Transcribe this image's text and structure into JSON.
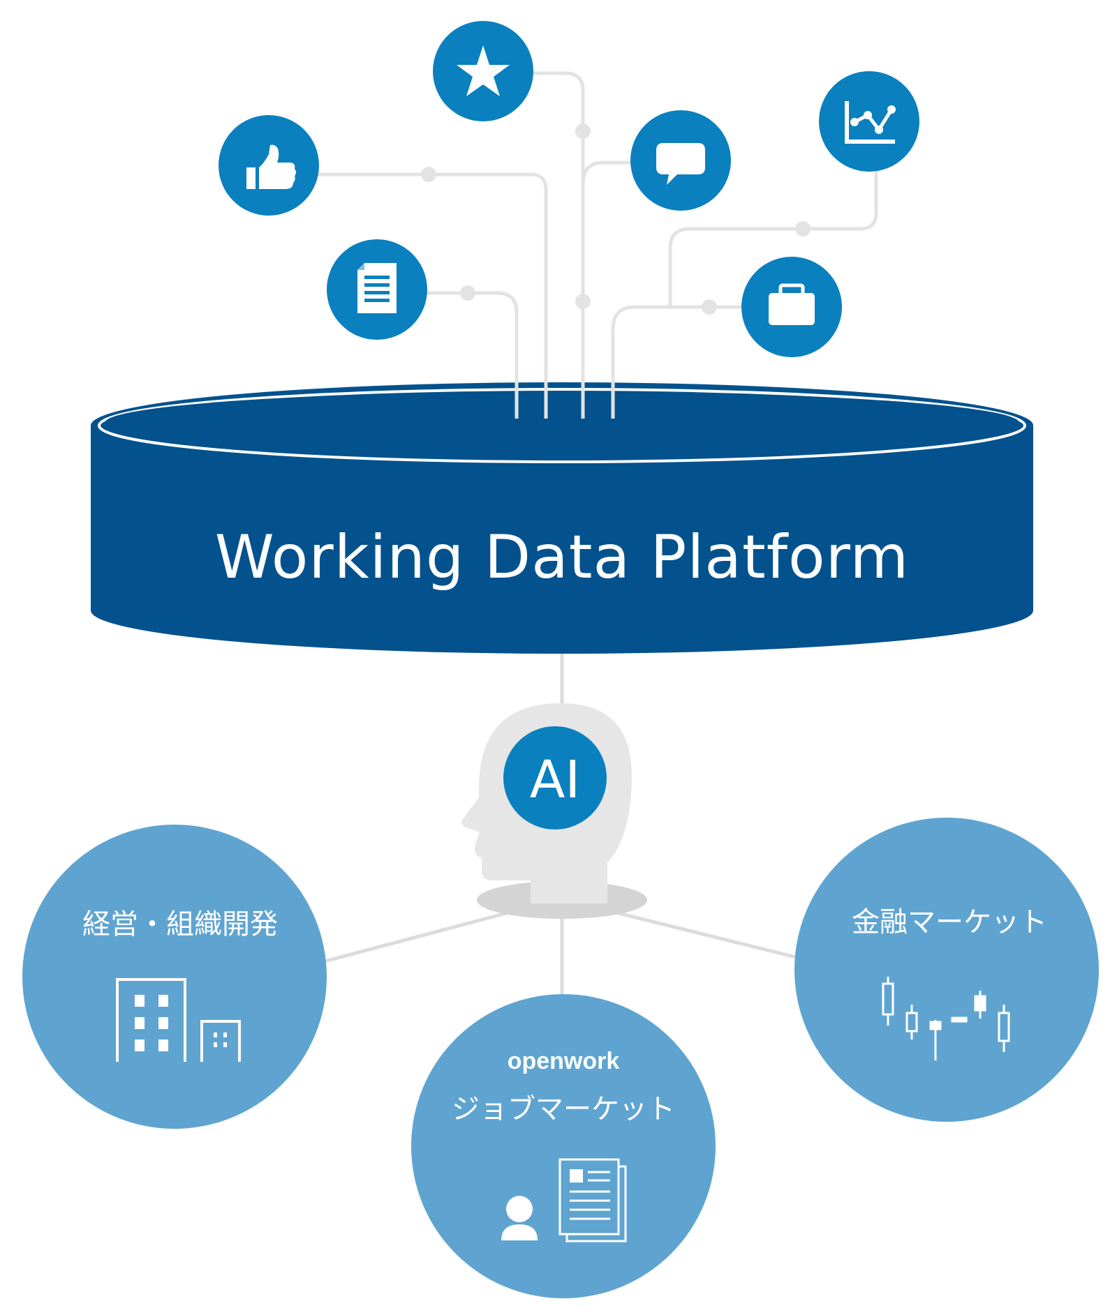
{
  "platform": {
    "title": "Working Data Platform"
  },
  "ai": {
    "label": "AI"
  },
  "data_sources": [
    {
      "icon": "thumbs-up-icon"
    },
    {
      "icon": "star-icon"
    },
    {
      "icon": "document-icon"
    },
    {
      "icon": "chat-bubble-icon"
    },
    {
      "icon": "line-chart-icon"
    },
    {
      "icon": "briefcase-icon"
    }
  ],
  "segments": {
    "management": {
      "title": "経営・組織開発",
      "icon": "office-buildings-icon"
    },
    "job_market": {
      "brand": "openwork",
      "title": "ジョブマーケット",
      "icons": [
        "person-icon",
        "resume-document-icon"
      ]
    },
    "finance": {
      "title": "金融マーケット",
      "icon": "candlestick-chart-icon"
    }
  },
  "colors": {
    "icon_circle": "#0A80BF",
    "platform": "#03528E",
    "segment_circle": "#5FA4D0",
    "connector": "#E3E3E3",
    "head": "#E6E6E6"
  }
}
